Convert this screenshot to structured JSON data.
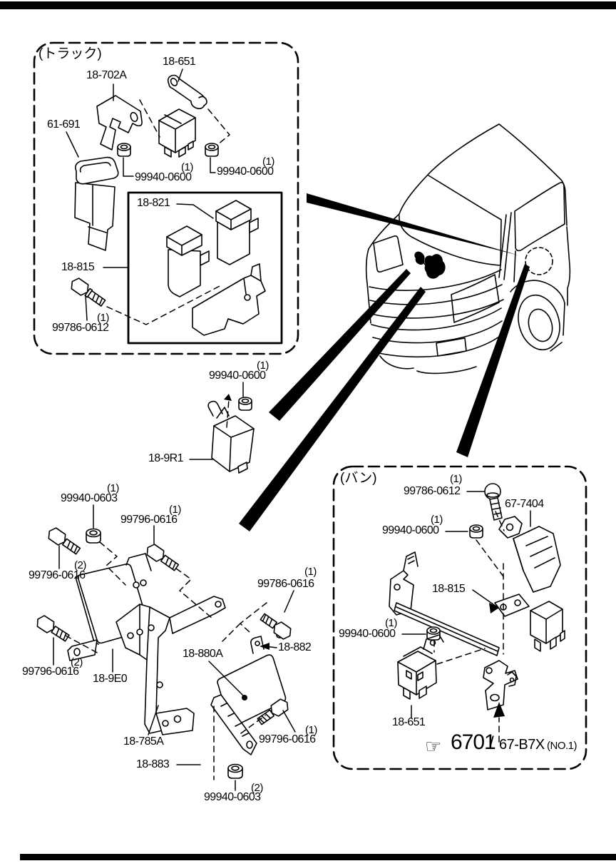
{
  "diagram": {
    "truck": {
      "title": "(トラック)",
      "parts": [
        {
          "label": "18-702A"
        },
        {
          "label": "18-651"
        },
        {
          "label": "61-691"
        },
        {
          "label": "99940-0600",
          "qty": "(1)"
        },
        {
          "label": "99940-0600",
          "qty": "(1)"
        },
        {
          "label": "18-821"
        },
        {
          "label": "18-815"
        },
        {
          "label": "99786-0612",
          "qty": "(1)"
        }
      ]
    },
    "middle": {
      "parts": [
        {
          "label": "99940-0600",
          "qty": "(1)"
        },
        {
          "label": "18-9R1"
        }
      ]
    },
    "lower_left": {
      "parts": [
        {
          "label": "99940-0603",
          "qty": "(1)"
        },
        {
          "label": "99796-0616",
          "qty": "(1)"
        },
        {
          "label": "99796-0616",
          "qty": "(2)"
        },
        {
          "label": "99796-0616",
          "qty": "(2)"
        },
        {
          "label": "18-9E0"
        },
        {
          "label": "18-880A"
        },
        {
          "label": "18-882"
        },
        {
          "label": "99786-0616",
          "qty": "(1)"
        },
        {
          "label": "18-785A"
        },
        {
          "label": "99796-0616",
          "qty": "(1)"
        },
        {
          "label": "18-883"
        },
        {
          "label": "99940-0603",
          "qty": "(2)"
        }
      ]
    },
    "van": {
      "title": "(バン)",
      "parts": [
        {
          "label": "99786-0612",
          "qty": "(1)"
        },
        {
          "label": "67-7404"
        },
        {
          "label": "99940-0600",
          "qty": "(1)"
        },
        {
          "label": "18-815"
        },
        {
          "label": "99940-0600",
          "qty": "(1)"
        },
        {
          "label": "18-651"
        }
      ],
      "reference": {
        "hand_icon": "☞",
        "code": "6701",
        "separator": "/",
        "related_code": "67-B7X",
        "note": "(NO.1)"
      }
    }
  }
}
